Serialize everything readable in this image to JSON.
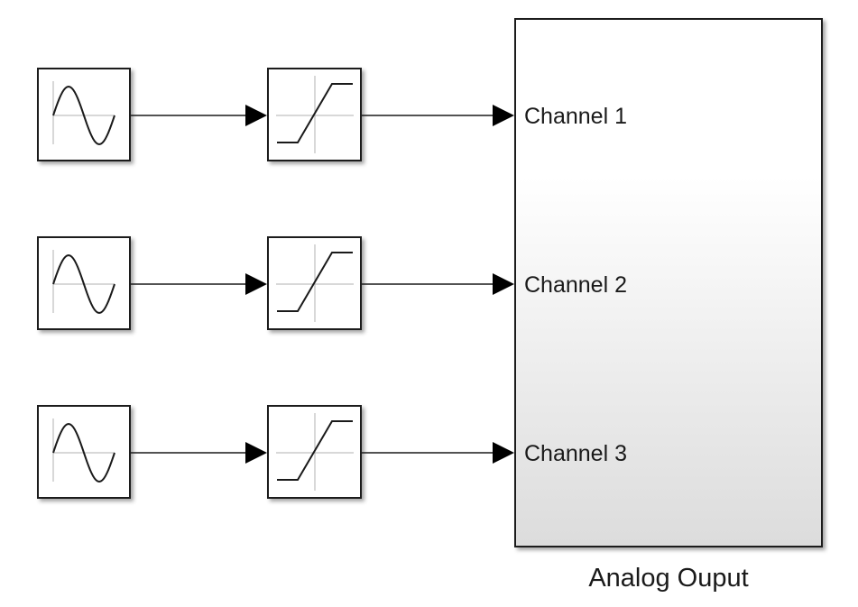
{
  "diagram": {
    "rows": [
      {
        "source_icon": "sine-wave-icon",
        "limiter_icon": "saturation-icon",
        "port_label": "Channel 1"
      },
      {
        "source_icon": "sine-wave-icon",
        "limiter_icon": "saturation-icon",
        "port_label": "Channel 2"
      },
      {
        "source_icon": "sine-wave-icon",
        "limiter_icon": "saturation-icon",
        "port_label": "Channel 3"
      }
    ],
    "output_block": {
      "name": "Analog Ouput"
    },
    "colors": {
      "stroke": "#1a1a1a",
      "block_fill": "#ffffff",
      "gradient_top": "#ffffff",
      "gradient_bottom": "#dcdcdc",
      "axis_gray": "#b0b0b0"
    }
  }
}
